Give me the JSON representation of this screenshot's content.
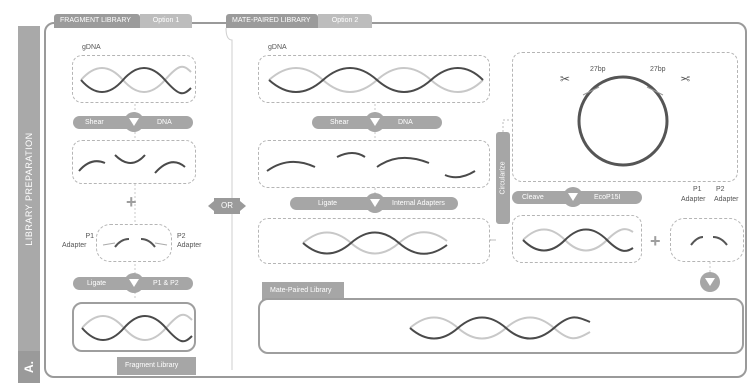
{
  "sidebar": {
    "title": "LIBRARY PREPARATION",
    "section": "A."
  },
  "tabs": {
    "fragment": {
      "main": "FRAGMENT LIBRARY",
      "option": "Option 1"
    },
    "mate": {
      "main": "MATE-PAIRED LIBRARY",
      "option": "Option 2"
    }
  },
  "fragment": {
    "gdna": "gDNA",
    "shear_left": "Shear",
    "shear_right": "DNA",
    "p1": "P1",
    "p1_sub": "Adapter",
    "p2": "P2",
    "p2_sub": "Adapter",
    "ligate_left": "Ligate",
    "ligate_right": "P1 & P2",
    "result": "Fragment Library"
  },
  "or": "OR",
  "mate": {
    "gdna": "gDNA",
    "shear_left": "Shear",
    "shear_right": "DNA",
    "ligate_left": "Ligate",
    "ligate_right": "Internal Adapters",
    "circularize": "Circularize",
    "bp_left": "27bp",
    "bp_right": "27bp",
    "cleave_left": "Cleave",
    "cleave_right": "EcoP15I",
    "p1": "P1",
    "p1_sub": "Adapter",
    "p2": "P2",
    "p2_sub": "Adapter",
    "result": "Mate-Paired Library"
  },
  "colors": {
    "dark_strand": "#4a4a4a",
    "light_strand": "#c8c8c8",
    "accent": "#a6a6a6"
  },
  "icons": [
    "scissors-icon",
    "plus-icon",
    "down-triangle-icon",
    "arrow-icon"
  ]
}
